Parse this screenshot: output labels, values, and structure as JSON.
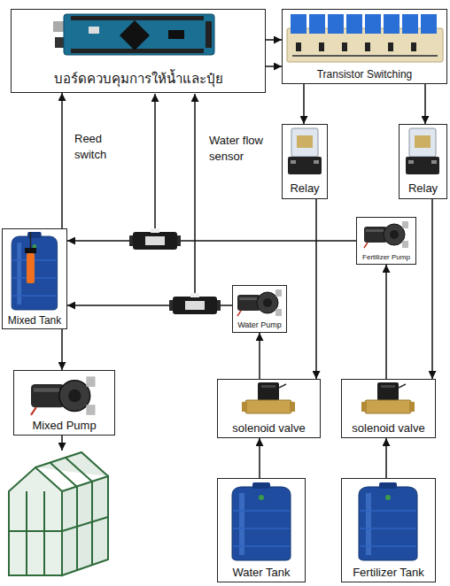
{
  "diagram": {
    "nodes": [
      {
        "text": [
          "บอร์ดควบคุมการให้น้ำและปุ๋ย"
        ]
      },
      {
        "text": [
          "Transistor Switching"
        ]
      },
      {
        "text": [
          "Relay"
        ]
      },
      {
        "text": [
          "Relay"
        ]
      },
      {
        "text": [
          "Mixed Tank"
        ]
      },
      {
        "text": [
          "Fertilizer Pump"
        ]
      },
      {
        "text": [
          "Water Pump"
        ]
      },
      {
        "text": [
          "Mixed Pump"
        ]
      },
      {
        "text": [
          "solenoid valve"
        ]
      },
      {
        "text": [
          "solenoid valve"
        ]
      },
      {
        "text": [
          "Water Tank"
        ]
      },
      {
        "text": [
          "Fertilizer Tank"
        ]
      }
    ],
    "edges": [
      {
        "from": 0,
        "to": 1,
        "arrow": "to"
      },
      {
        "from": 0,
        "to": 1,
        "arrow": "to"
      },
      {
        "from": 1,
        "to": 2,
        "arrow": "to"
      },
      {
        "from": 1,
        "to": 3,
        "arrow": "to"
      },
      {
        "from": 2,
        "to": 8,
        "arrow": "to"
      },
      {
        "from": 3,
        "to": 9,
        "arrow": "to"
      },
      {
        "from": 4,
        "to": 0,
        "label": "Reed switch",
        "arrow": "to"
      },
      {
        "from": 5,
        "to": 4,
        "arrow": "to"
      },
      {
        "from": 6,
        "to": 4,
        "arrow": "to"
      },
      {
        "from": 8,
        "to": 6,
        "arrow": "to"
      },
      {
        "from": 9,
        "to": 5,
        "arrow": "to"
      },
      {
        "from": 10,
        "to": 8,
        "arrow": "to"
      },
      {
        "from": 11,
        "to": 9,
        "arrow": "to"
      },
      {
        "from": 4,
        "to": 7,
        "arrow": "to"
      }
    ],
    "labels": [
      "Water flow sensor"
    ]
  }
}
